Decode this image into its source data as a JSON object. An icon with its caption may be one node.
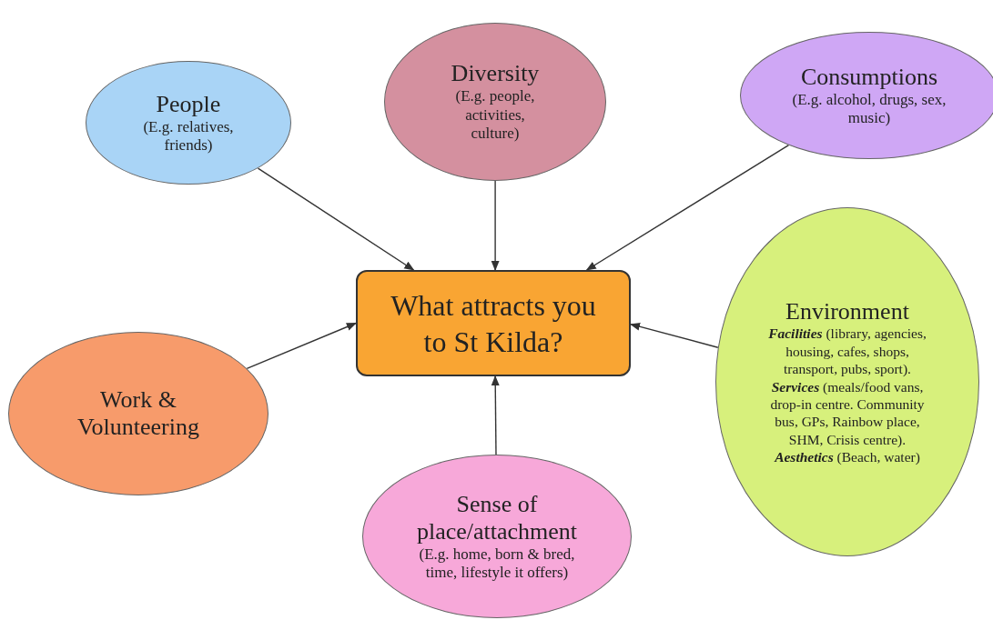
{
  "diagram": {
    "nodes": [
      {
        "text": [
          "People",
          "(E.g. relatives, friends)"
        ]
      },
      {
        "text": [
          "Diversity",
          "(E.g. people, activities, culture)"
        ]
      },
      {
        "text": [
          "Consumptions",
          "(E.g. alcohol, drugs, sex, music)"
        ]
      },
      {
        "text": [
          "What attracts you to St Kilda?"
        ]
      },
      {
        "text": [
          "Environment",
          "**Facilities** (library, agencies, housing, cafes, shops, transport, pubs, sport). **Services** (meals/food vans, drop-in centre. Community bus, GPs, Rainbow place, SHM, Crisis centre). **Aesthetics** (Beach, water)"
        ]
      },
      {
        "text": [
          "Work & Volunteering"
        ]
      },
      {
        "text": [
          "Sense of place/attachment",
          "(E.g. home, born & bred, time, lifestyle it offers)"
        ]
      }
    ],
    "edges": [
      {
        "from": 0,
        "to": 3,
        "arrow": "to"
      },
      {
        "from": 1,
        "to": 3,
        "arrow": "to"
      },
      {
        "from": 2,
        "to": 3,
        "arrow": "to"
      },
      {
        "from": 4,
        "to": 3,
        "arrow": "to"
      },
      {
        "from": 5,
        "to": 3,
        "arrow": "to"
      },
      {
        "from": 6,
        "to": 3,
        "arrow": "to"
      }
    ]
  }
}
